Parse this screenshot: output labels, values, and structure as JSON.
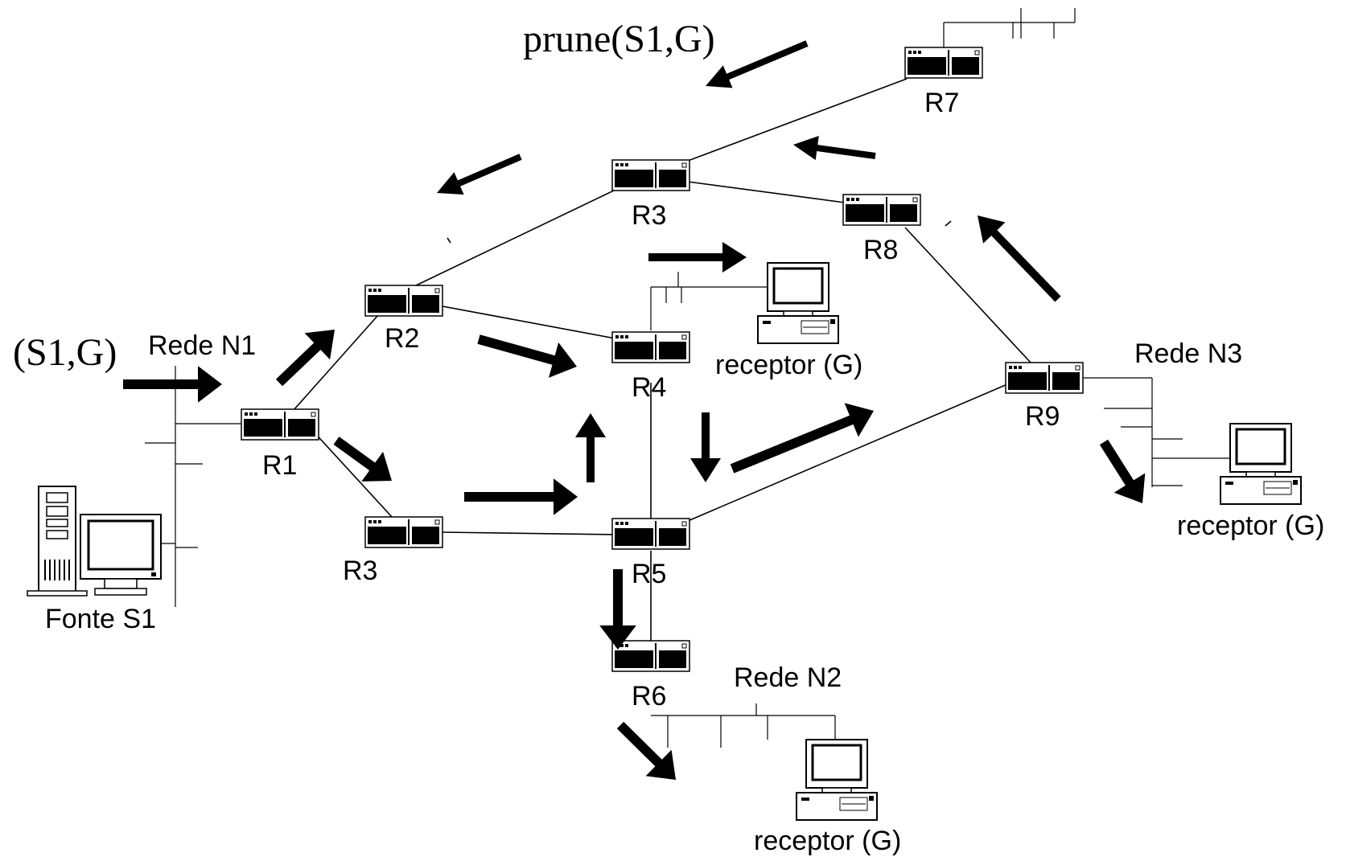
{
  "title_annotations": {
    "source_pair": "(S1,G)",
    "prune_message": "prune(S1,G)"
  },
  "networks": {
    "n1": "Rede N1",
    "n2": "Rede N2",
    "n3": "Rede N3"
  },
  "hosts": {
    "source": "Fonte S1",
    "receiver_r4": "receptor (G)",
    "receiver_n3": "receptor (G)",
    "receiver_n2": "receptor (G)"
  },
  "routers": {
    "r1": "R1",
    "r2": "R2",
    "r3_upper": "R3",
    "r3_lower": "R3",
    "r4": "R4",
    "r5": "R5",
    "r6": "R6",
    "r7": "R7",
    "r8": "R8",
    "r9": "R9"
  },
  "colors": {
    "ink": "#000000",
    "background": "#ffffff"
  }
}
